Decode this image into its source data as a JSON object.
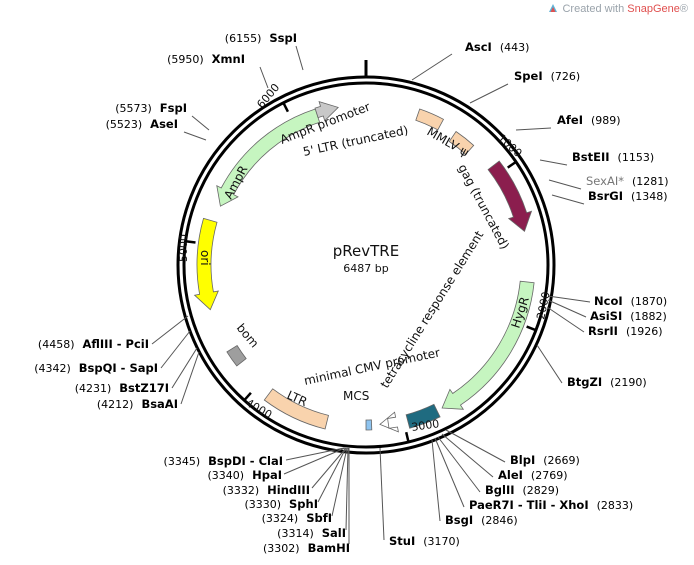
{
  "credit": {
    "prefix": "Created with ",
    "brand": "SnapGene",
    "suffix": "®"
  },
  "plasmid": {
    "name": "pRevTRE",
    "size": "6487 bp"
  },
  "ticks": [
    "1000",
    "2000",
    "3000",
    "4000",
    "5000",
    "6000"
  ],
  "features": [
    {
      "id": "ampr-promoter",
      "label": "AmpR promoter",
      "color": "#c8c8c8"
    },
    {
      "id": "ltr5",
      "label": "5' LTR (truncated)",
      "color": "#f9d3ad"
    },
    {
      "id": "mmlv",
      "label": "MMLV ψ",
      "color": "#f9d3ad"
    },
    {
      "id": "gag",
      "label": "gag (truncated)",
      "color": "#8b1e4e"
    },
    {
      "id": "hygr",
      "label": "HygR",
      "color": "#c6f5c0"
    },
    {
      "id": "tre",
      "label": "tetracycline response element",
      "color": "#1f6b80"
    },
    {
      "id": "cmv",
      "label": "minimal CMV promoter",
      "color": "#ffffff"
    },
    {
      "id": "mcs",
      "label": "MCS",
      "color": "#8ec4f0"
    },
    {
      "id": "ltr3",
      "label": "LTR",
      "color": "#f9d3ad"
    },
    {
      "id": "bom",
      "label": "bom",
      "color": "#9e9e9e"
    },
    {
      "id": "ori",
      "label": "ori",
      "color": "#ffff00"
    },
    {
      "id": "ampr",
      "label": "AmpR",
      "color": "#c6f5c0"
    }
  ],
  "sites": [
    {
      "name": "SspI",
      "pos": "(6155)"
    },
    {
      "name": "XmnI",
      "pos": "(5950)"
    },
    {
      "name": "FspI",
      "pos": "(5573)"
    },
    {
      "name": "AseI",
      "pos": "(5523)"
    },
    {
      "name": "AscI",
      "pos": "(443)"
    },
    {
      "name": "SpeI",
      "pos": "(726)"
    },
    {
      "name": "AfeI",
      "pos": "(989)"
    },
    {
      "name": "BstEII",
      "pos": "(1153)"
    },
    {
      "name": "SexAI*",
      "pos": "(1281)"
    },
    {
      "name": "BsrGI",
      "pos": "(1348)"
    },
    {
      "name": "NcoI",
      "pos": "(1870)"
    },
    {
      "name": "AsiSI",
      "pos": "(1882)"
    },
    {
      "name": "RsrII",
      "pos": "(1926)"
    },
    {
      "name": "BtgZI",
      "pos": "(2190)"
    },
    {
      "name": "BlpI",
      "pos": "(2669)"
    },
    {
      "name": "AleI",
      "pos": "(2769)"
    },
    {
      "name": "BglII",
      "pos": "(2829)"
    },
    {
      "name": "PaeR7I - TliI - XhoI",
      "pos": "(2833)"
    },
    {
      "name": "BsgI",
      "pos": "(2846)"
    },
    {
      "name": "StuI",
      "pos": "(3170)"
    },
    {
      "name": "BamHI",
      "pos": "(3302)"
    },
    {
      "name": "SalI",
      "pos": "(3314)"
    },
    {
      "name": "SbfI",
      "pos": "(3324)"
    },
    {
      "name": "SphI",
      "pos": "(3330)"
    },
    {
      "name": "HindIII",
      "pos": "(3332)"
    },
    {
      "name": "HpaI",
      "pos": "(3340)"
    },
    {
      "name": "BspDI - ClaI",
      "pos": "(3345)"
    },
    {
      "name": "AflIII - PciI",
      "pos": "(4458)"
    },
    {
      "name": "BspQI - SapI",
      "pos": "(4342)"
    },
    {
      "name": "BstZ17I",
      "pos": "(4231)"
    },
    {
      "name": "BsaAI",
      "pos": "(4212)"
    }
  ]
}
